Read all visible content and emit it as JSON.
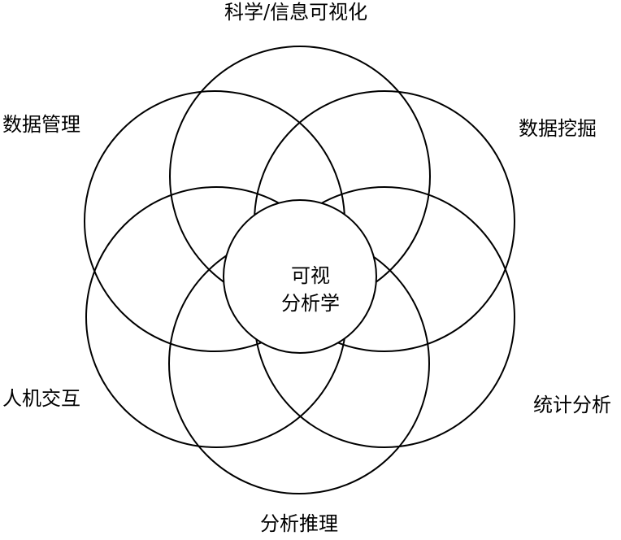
{
  "diagram": {
    "center": {
      "line1": "可视",
      "line2": "分析学"
    },
    "labels": {
      "top": "科学/信息可视化",
      "upper_left": "数据管理",
      "upper_right": "数据挖掘",
      "lower_left": "人机交互",
      "lower_right": "统计分析",
      "bottom": "分析推理"
    },
    "colors": {
      "stroke": "#000000",
      "background": "#ffffff",
      "text": "#000000"
    }
  }
}
